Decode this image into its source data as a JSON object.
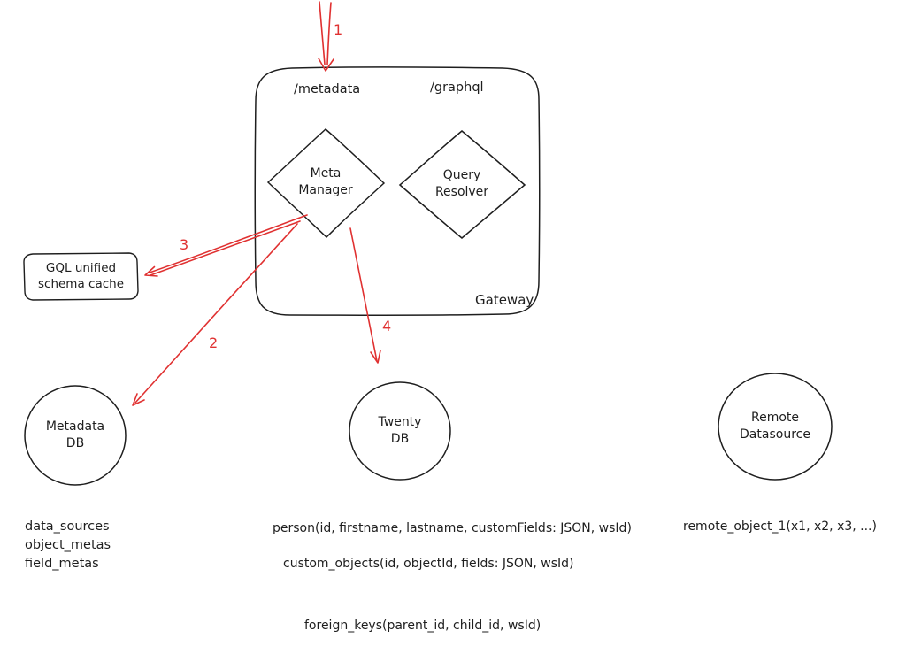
{
  "colors": {
    "ink": "#1e1e1e",
    "accent": "#e03131",
    "background": "#ffffff"
  },
  "gateway": {
    "label": "Gateway",
    "endpoint_metadata": "/metadata",
    "endpoint_graphql": "/graphql",
    "meta_manager": "Meta\nManager",
    "query_resolver": "Query\nResolver"
  },
  "cache": {
    "label": "GQL unified\nschema cache"
  },
  "nodes": {
    "metadata_db": "Metadata\nDB",
    "twenty_db": "Twenty\nDB",
    "remote_datasource": "Remote\nDatasource"
  },
  "annotations": {
    "metadata_db_tables": "data_sources\nobject_metas\nfield_metas",
    "twenty_db_table_person": "person(id, firstname, lastname, customFields: JSON, wsId)",
    "twenty_db_table_custom_objects": "custom_objects(id, objectId, fields: JSON, wsId)",
    "twenty_db_table_foreign_keys": "foreign_keys(parent_id, child_id, wsId)",
    "remote_table": "remote_object_1(x1, x2, x3, ...)"
  },
  "arrow_labels": {
    "step1": "1",
    "step2": "2",
    "step3": "3",
    "step4": "4"
  }
}
